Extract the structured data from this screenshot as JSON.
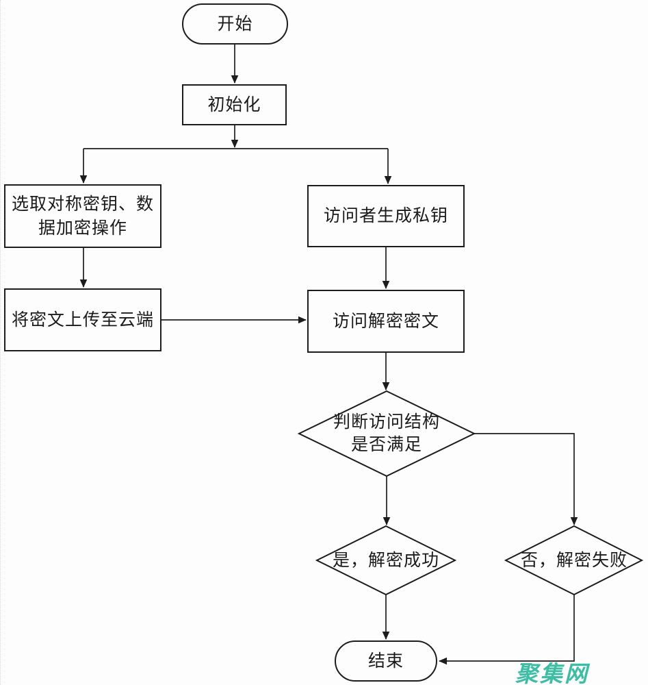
{
  "flowchart": {
    "line_color": "#1c1c1c",
    "nodes": {
      "start": {
        "type": "terminal",
        "label": "开始"
      },
      "init": {
        "type": "process",
        "label": "初始化"
      },
      "select_key": {
        "type": "process",
        "label": "选取对称密钥、数据加密操作",
        "lines": [
          "选取对称密钥、数",
          "据加密操作"
        ]
      },
      "generate_key": {
        "type": "process",
        "label": "访问者生成私钥"
      },
      "upload": {
        "type": "process",
        "label": "将密文上传至云端"
      },
      "access": {
        "type": "process",
        "label": "访问解密密文"
      },
      "decision": {
        "type": "decision",
        "label": "判断访问结构是否满足",
        "lines": [
          "判断访问结构",
          "是否满足"
        ]
      },
      "success": {
        "type": "decision",
        "label": "是，解密成功"
      },
      "fail": {
        "type": "decision",
        "label": "否，解密失败"
      },
      "end": {
        "type": "terminal",
        "label": "结束"
      }
    }
  },
  "watermark": {
    "text": "聚集网",
    "color": "#3EBDA5"
  }
}
